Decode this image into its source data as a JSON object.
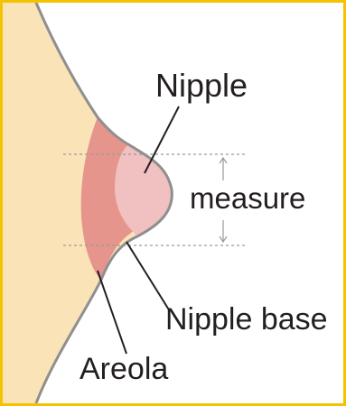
{
  "labels": {
    "nipple": "Nipple",
    "measure": "measure",
    "nipple_base": "Nipple base",
    "areola": "Areola"
  },
  "colors": {
    "border": "#f4c300",
    "skin": "#fbe3b8",
    "areola": "#e5958c",
    "nipple": "#f1c0c0",
    "outline": "#8f8f8f",
    "leader": "#231f20",
    "guide": "#9a9a9a"
  }
}
